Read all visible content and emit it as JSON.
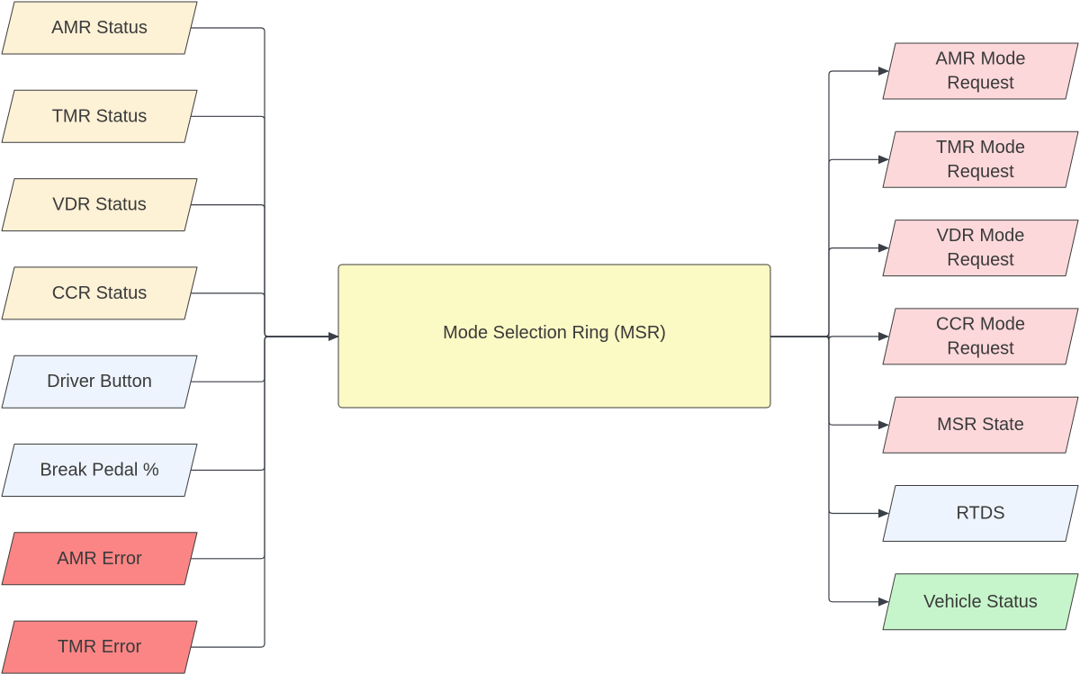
{
  "center": {
    "label": "Mode Selection Ring (MSR)",
    "fill": "#fbf9c4"
  },
  "inputs": [
    {
      "lines": [
        "AMR Status"
      ],
      "fill": "#fdf1d6"
    },
    {
      "lines": [
        "TMR Status"
      ],
      "fill": "#fdf1d6"
    },
    {
      "lines": [
        "VDR Status"
      ],
      "fill": "#fdf1d6"
    },
    {
      "lines": [
        "CCR Status"
      ],
      "fill": "#fdf1d6"
    },
    {
      "lines": [
        "Driver Button"
      ],
      "fill": "#edf4fd"
    },
    {
      "lines": [
        "Break Pedal %"
      ],
      "fill": "#edf4fd"
    },
    {
      "lines": [
        "AMR Error"
      ],
      "fill": "#fb8585"
    },
    {
      "lines": [
        "TMR Error"
      ],
      "fill": "#fb8585"
    }
  ],
  "outputs": [
    {
      "lines": [
        "AMR Mode",
        "Request"
      ],
      "fill": "#fdd8da"
    },
    {
      "lines": [
        "TMR Mode",
        "Request"
      ],
      "fill": "#fdd8da"
    },
    {
      "lines": [
        "VDR Mode",
        "Request"
      ],
      "fill": "#fdd8da"
    },
    {
      "lines": [
        "CCR Mode",
        "Request"
      ],
      "fill": "#fdd8da"
    },
    {
      "lines": [
        "MSR State"
      ],
      "fill": "#fdd8da"
    },
    {
      "lines": [
        "RTDS"
      ],
      "fill": "#edf4fd"
    },
    {
      "lines": [
        "Vehicle Status"
      ],
      "fill": "#c7f5cb"
    }
  ]
}
